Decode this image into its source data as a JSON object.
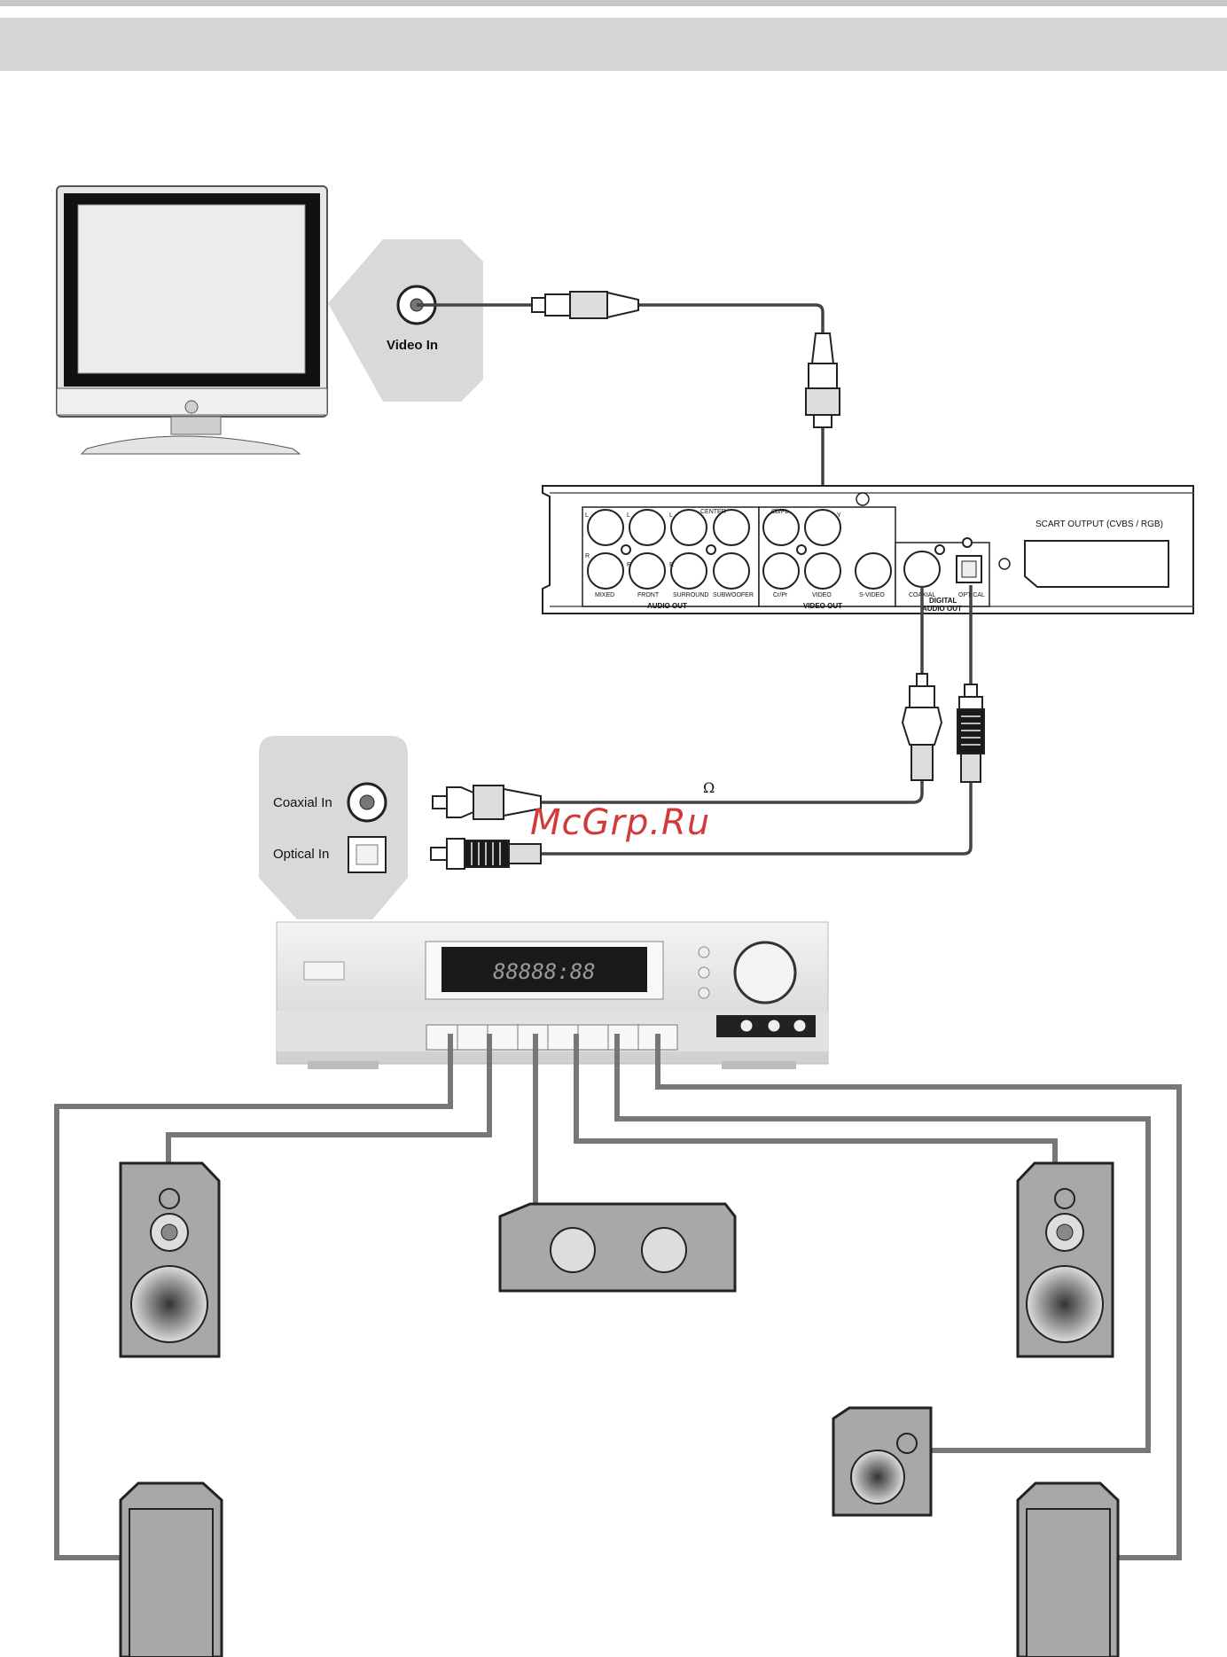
{
  "tv": {
    "video_in_label": "Video In"
  },
  "dvd_panel": {
    "scart_label": "SCART OUTPUT (CVBS / RGB)",
    "audio_out_label": "AUDIO OUT",
    "video_out_label": "VIDEO OUT",
    "digital_audio_out_label": "DIGITAL AUDIO OUT",
    "digital_line1": "DIGITAL",
    "digital_line2": "AUDIO OUT",
    "jack_mixed": "MIXED",
    "jack_front": "FRONT",
    "jack_surround": "SURROUND",
    "jack_subwoofer": "SUBWOOFER",
    "jack_center": "CENTER",
    "jack_cbpb": "Cb/Pb",
    "jack_crpr": "Cr/Pr",
    "jack_y": "Y",
    "jack_video": "VIDEO",
    "jack_svideo": "S-VIDEO",
    "jack_coaxial": "COAXIAL",
    "jack_optical": "OPTICAL",
    "mark_l": "L",
    "mark_r": "R"
  },
  "receiver": {
    "coaxial_in_label": "Coaxial In",
    "optical_in_label": "Optical In",
    "display_text": "88888:88",
    "cable_symbol": "Ω"
  },
  "watermark": "McGrp.Ru",
  "colors": {
    "panel_gray": "#d9d9d9",
    "speaker_gray": "#a8a8a8",
    "watermark_red": "#d23a3a"
  }
}
